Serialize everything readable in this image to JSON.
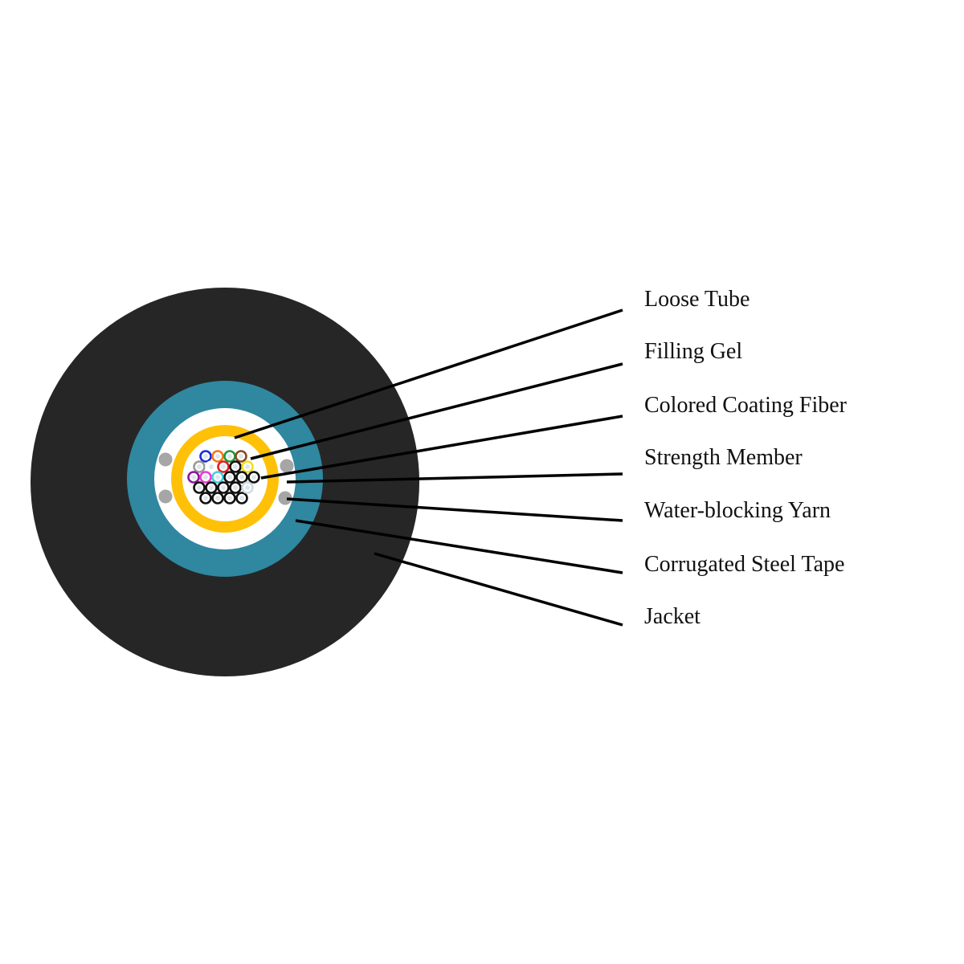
{
  "colors": {
    "jacket": "#262626",
    "steel_tape": "#2f87a0",
    "filler": "#ffffff",
    "loose_tube": "#ffc107",
    "strength_member": "#a6a6a6",
    "leader": "#000000",
    "label_text": "#111111"
  },
  "labels": [
    {
      "id": "loose-tube",
      "text": "Loose Tube"
    },
    {
      "id": "filling-gel",
      "text": "Filling Gel"
    },
    {
      "id": "colored-coating-fiber",
      "text": "Colored Coating Fiber"
    },
    {
      "id": "strength-member",
      "text": "Strength Member"
    },
    {
      "id": "water-blocking-yarn",
      "text": "Water-blocking Yarn"
    },
    {
      "id": "corrugated-steel-tape",
      "text": "Corrugated Steel Tape"
    },
    {
      "id": "jacket",
      "text": "Jacket"
    }
  ],
  "fiber_colors": [
    "#1a2dd6",
    "#f07a1a",
    "#1f9a3a",
    "#8a4a1e",
    "#9a9a9a",
    "#ffffff",
    "#e02020",
    "#111111",
    "#f0e020",
    "#8a1aa0",
    "#f03ad0",
    "#40d0e0"
  ]
}
